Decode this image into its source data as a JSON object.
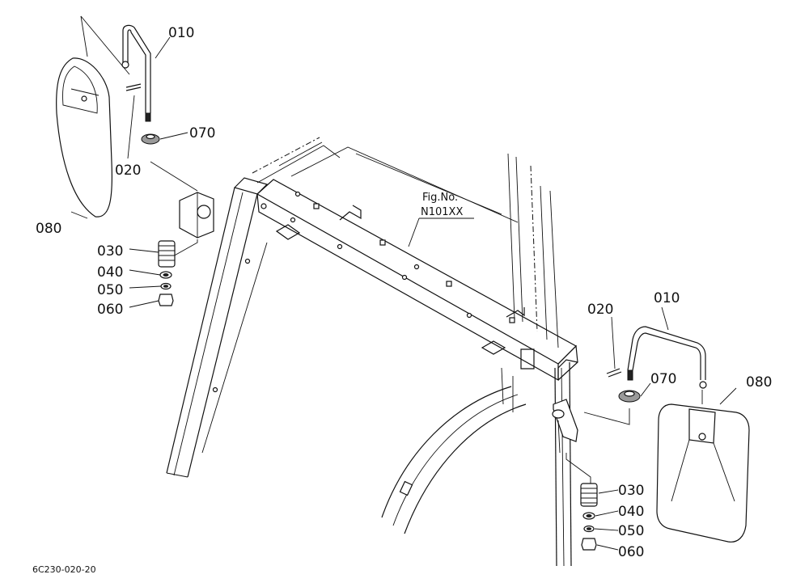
{
  "figure": {
    "fig_label": "Fig.No.",
    "fig_number": "N101XX",
    "drawing_code": "6C230-020-20"
  },
  "left_assembly": {
    "labels": {
      "p010": "010",
      "p020": "020",
      "p070": "070",
      "p080": "080",
      "p030": "030",
      "p040": "040",
      "p050": "050",
      "p060": "060"
    }
  },
  "right_assembly": {
    "labels": {
      "p010": "010",
      "p020": "020",
      "p070": "070",
      "p080": "080",
      "p030": "030",
      "p040": "040",
      "p050": "050",
      "p060": "060"
    }
  }
}
